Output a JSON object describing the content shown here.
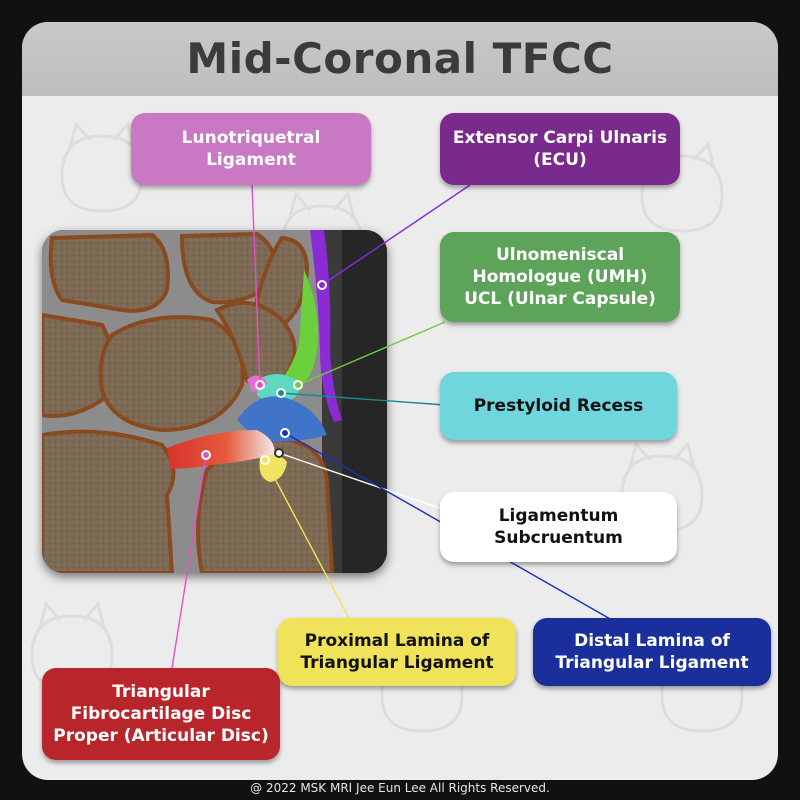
{
  "title": "Mid-Coronal TFCC",
  "copyright": "@ 2022 MSK MRI Jee Eun Lee All Rights Reserved.",
  "colors": {
    "lunotriquetral": "#c979c4",
    "ecu": "#7a2a8c",
    "umh": "#5ea35a",
    "prestyloid": "#6fd6de",
    "subcruentum": "#ffffff",
    "proximal_lamina": "#f0e35a",
    "distal_lamina": "#1b2f9c",
    "disc_proper": "#b8262b"
  },
  "labels": {
    "lunotriquetral": "Lunotriquetral\nLigament",
    "ecu": "Extensor Carpi Ulnaris\n(ECU)",
    "umh": "Ulnomeniscal\nHomologue (UMH)\nUCL (Ulnar Capsule)",
    "prestyloid": "Prestyloid Recess",
    "subcruentum": "Ligamentum\nSubcruentum",
    "proximal_lamina": "Proximal Lamina of\nTriangular Ligament",
    "distal_lamina": "Distal Lamina of\nTriangular Ligament",
    "disc_proper": "Triangular\nFibrocartilage Disc\nProper (Articular Disc)"
  }
}
